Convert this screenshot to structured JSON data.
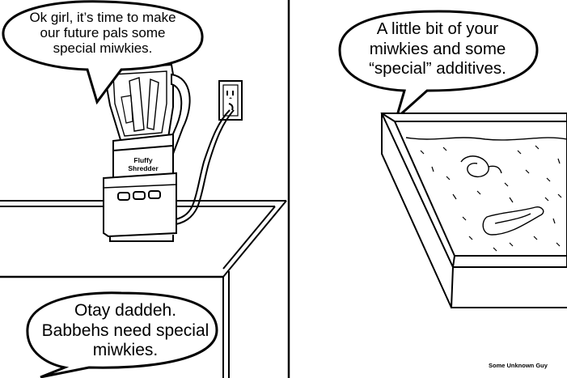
{
  "panels": {
    "top_left": {
      "speech": [
        "Ok girl, it’s time to make",
        "our future pals some",
        "special miwkies."
      ],
      "blender_brand": [
        "Fluffy",
        "Shredder"
      ]
    },
    "right": {
      "speech": [
        "A little bit of your",
        "miwkies and some",
        "“special” additives."
      ]
    },
    "bottom_left": {
      "speech": [
        "Otay daddeh.",
        "Babbehs need special",
        "miwkies."
      ]
    }
  },
  "credit": "Some Unknown Guy"
}
